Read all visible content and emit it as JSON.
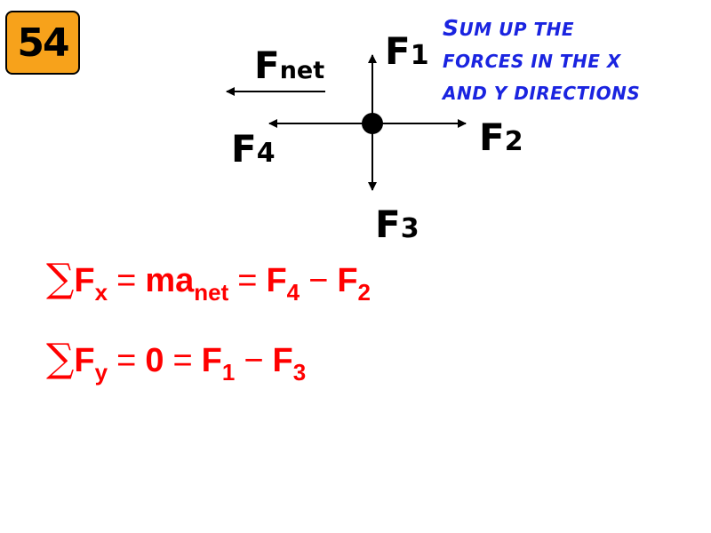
{
  "badge": {
    "number": "54"
  },
  "instruction": {
    "first": "S",
    "rest": "um up the",
    "line2": "forces in the x",
    "line3": "and y directions"
  },
  "forces": {
    "net": {
      "main": "F",
      "sub": "net"
    },
    "f1": {
      "main": "F",
      "sub": "1"
    },
    "f2": {
      "main": "F",
      "sub": "2"
    },
    "f3": {
      "main": "F",
      "sub": "3"
    },
    "f4": {
      "main": "F",
      "sub": "4"
    }
  },
  "equations": {
    "x": {
      "sigma": "∑",
      "F": "F",
      "sub": "x",
      "eq1": "=",
      "ma": "ma",
      "net": "net",
      "eq2": "=",
      "t1": "F",
      "t1sub": "4",
      "minus": "−",
      "t2": "F",
      "t2sub": "2"
    },
    "y": {
      "sigma": "∑",
      "F": "F",
      "sub": "y",
      "eq1": "=",
      "zero": "0",
      "eq2": "=",
      "t1": "F",
      "t1sub": "1",
      "minus": "−",
      "t2": "F",
      "t2sub": "3"
    }
  },
  "colors": {
    "badge": "#f7a21b",
    "note": "#1a24e0",
    "equations": "#ff0000"
  }
}
